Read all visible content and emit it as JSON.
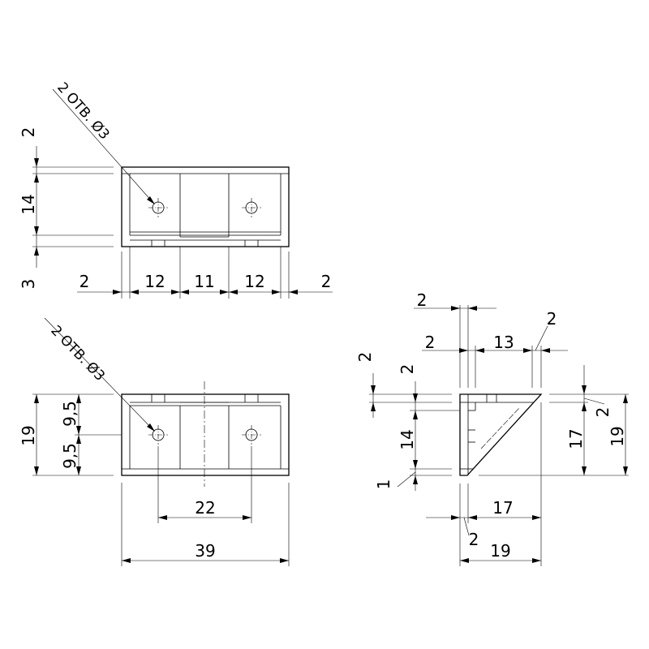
{
  "views": {
    "top": {
      "hole_note": "2 ОТВ. Ø3",
      "dims": {
        "left_2": "2",
        "left_14": "14",
        "left_3": "3",
        "bottom_2a": "2",
        "bottom_12a": "12",
        "bottom_11": "11",
        "bottom_12b": "12",
        "bottom_2b": "2"
      }
    },
    "front": {
      "hole_note": "2 ОТВ. Ø3",
      "dims": {
        "left_19": "19",
        "left_9_5a": "9,5",
        "left_9_5b": "9,5",
        "bottom_22": "22",
        "bottom_39": "39"
      }
    },
    "side": {
      "dims": {
        "top_2a": "2",
        "top_2b": "2",
        "top_13": "13",
        "top_2c": "2",
        "left_2a": "2",
        "left_2b": "2",
        "left_14": "14",
        "left_1": "1",
        "right_2": "2",
        "right_17": "17",
        "right_19": "19",
        "bottom_17": "17",
        "bottom_2": "2",
        "bottom_19": "19"
      }
    }
  }
}
